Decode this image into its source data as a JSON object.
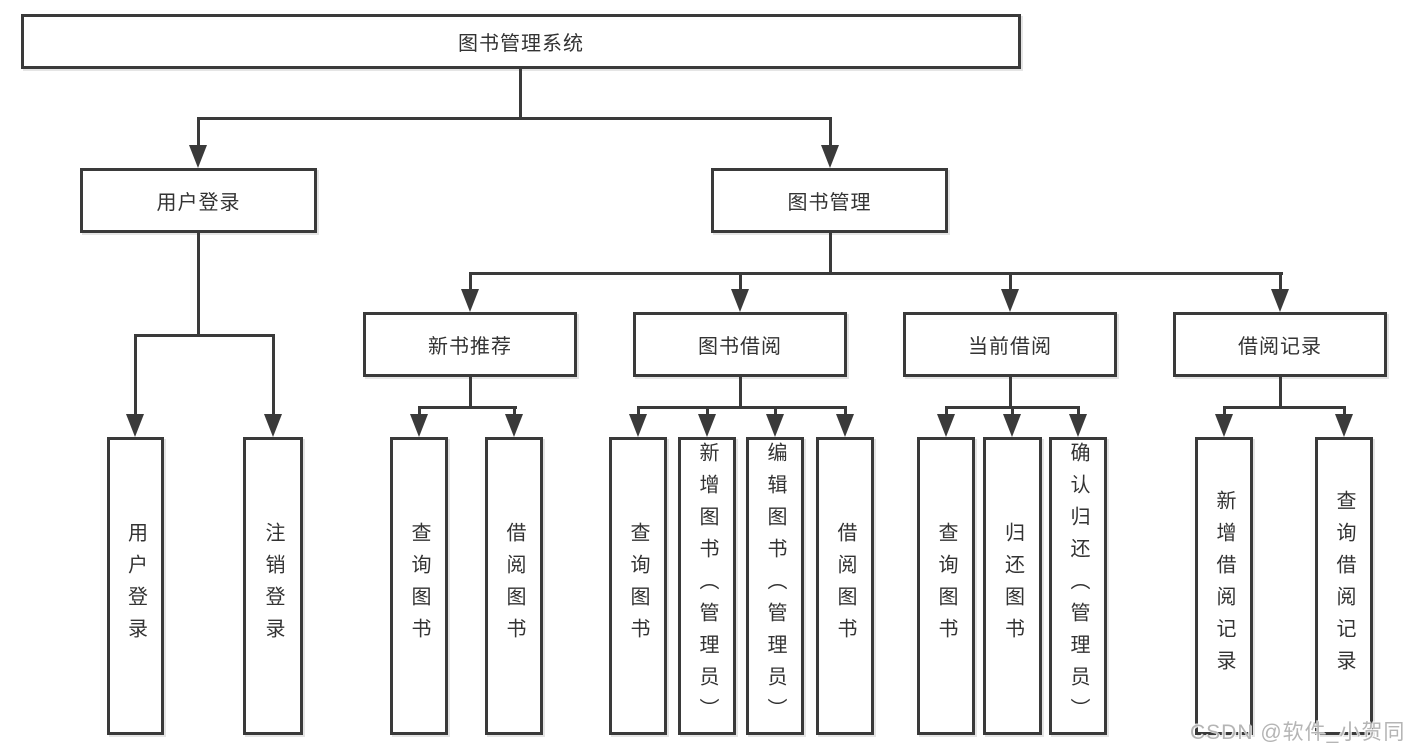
{
  "colors": {
    "line": "#3a3a3a",
    "box_border": "#3a3a3a",
    "text": "#333333",
    "background": "#ffffff",
    "watermark": "#b5b5b5"
  },
  "watermark": {
    "text": "CSDN @软件_小贺同学"
  },
  "tree": {
    "root": {
      "label": "图书管理系统"
    },
    "branches": [
      {
        "label": "用户登录",
        "children": [
          {
            "label": "用户登录"
          },
          {
            "label": "注销登录"
          }
        ]
      },
      {
        "label": "图书管理",
        "children": [
          {
            "label": "新书推荐",
            "children": [
              {
                "label": "查询图书"
              },
              {
                "label": "借阅图书"
              }
            ]
          },
          {
            "label": "图书借阅",
            "children": [
              {
                "label": "查询图书"
              },
              {
                "label": "新增图书（管理员）"
              },
              {
                "label": "编辑图书（管理员）"
              },
              {
                "label": "借阅图书"
              }
            ]
          },
          {
            "label": "当前借阅",
            "children": [
              {
                "label": "查询图书"
              },
              {
                "label": "归还图书"
              },
              {
                "label": "确认归还（管理员）"
              }
            ]
          },
          {
            "label": "借阅记录",
            "children": [
              {
                "label": "新增借阅记录"
              },
              {
                "label": "查询借阅记录"
              }
            ]
          }
        ]
      }
    ]
  }
}
